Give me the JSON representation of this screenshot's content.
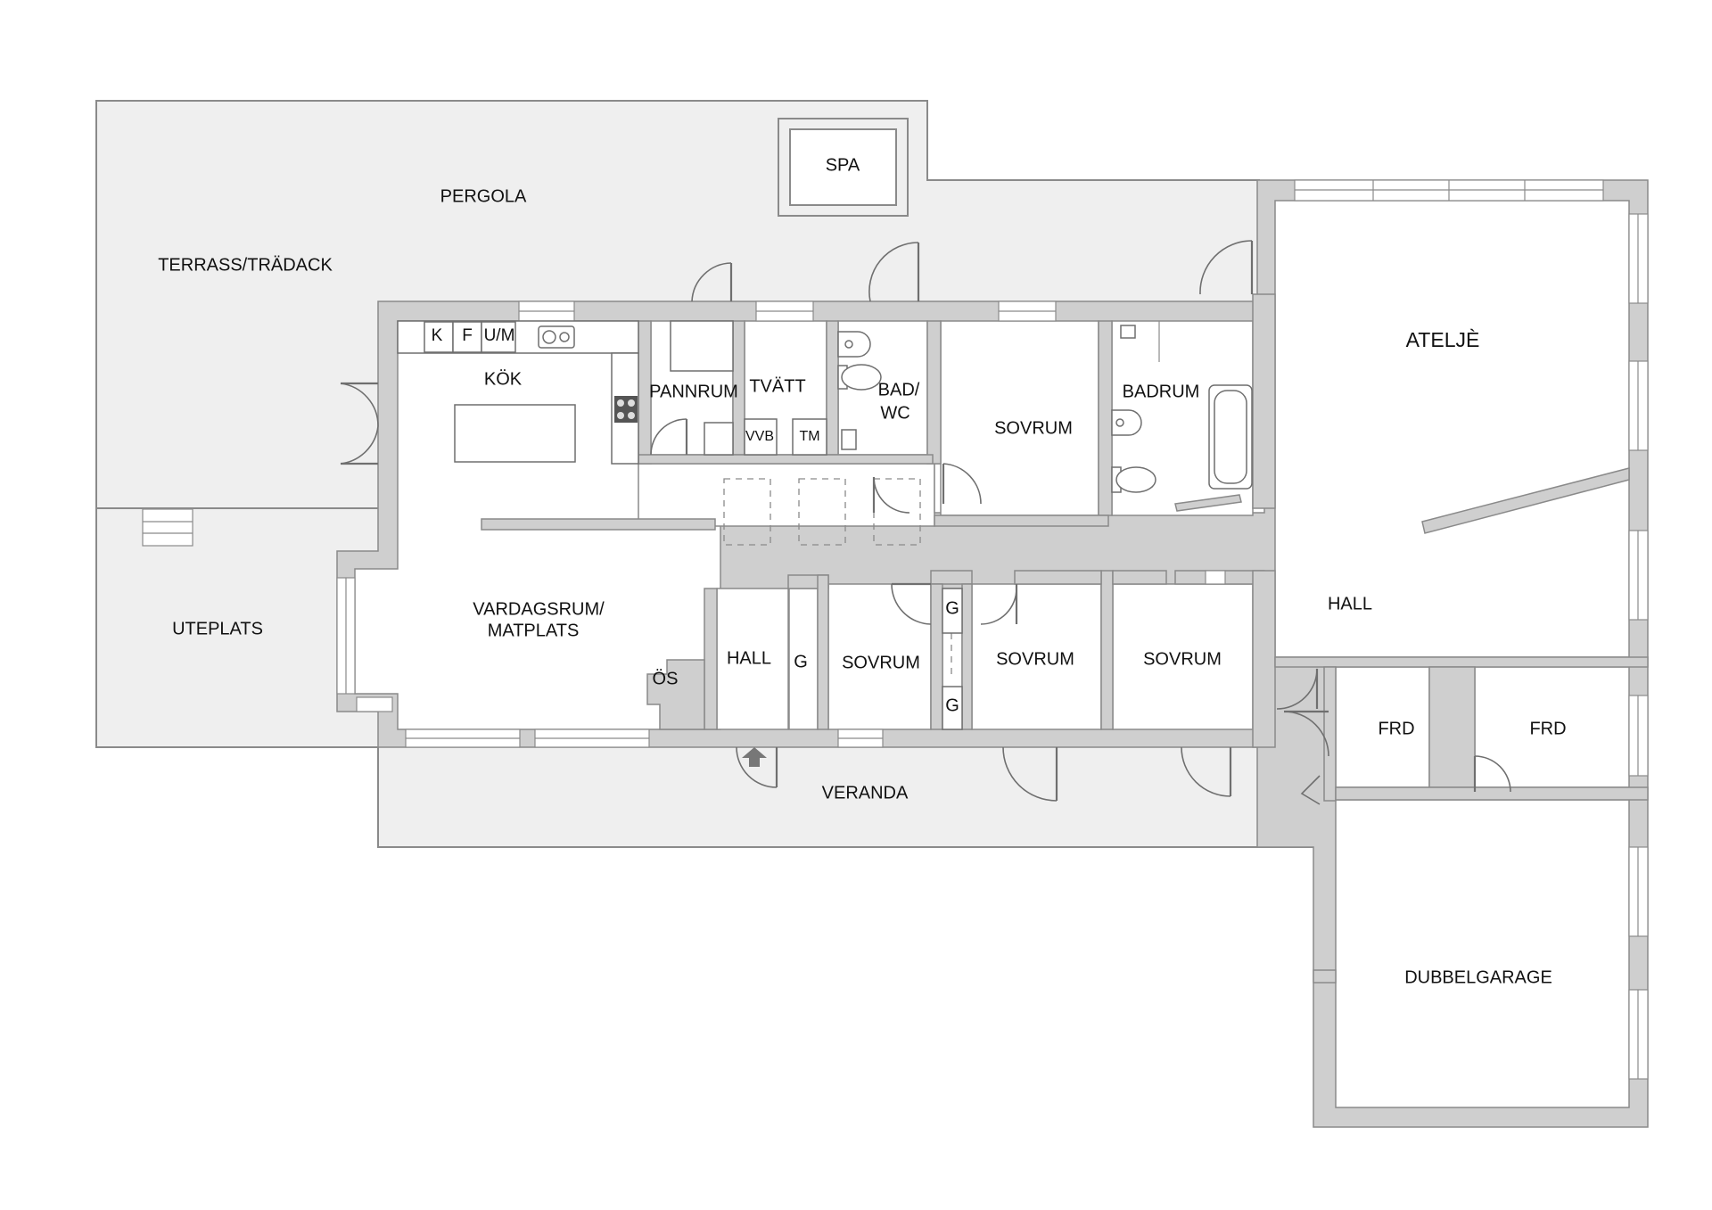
{
  "plan": {
    "outdoor": {
      "pergola": "PERGOLA",
      "terrace": "TERRASS/TRÄDACK",
      "patio": "UTEPLATS",
      "spa": "SPA",
      "veranda": "VERANDA"
    },
    "rooms": {
      "kitchen": "KÖK",
      "fridge": "K",
      "freezer": "F",
      "dishwasher": "U/M",
      "boiler_room": "PANNRUM",
      "laundry": "TVÄTT",
      "water_heater": "VVB",
      "dryer": "TM",
      "bath_wc_line1": "BAD/",
      "bath_wc_line2": "WC",
      "bedroom_north": "SOVRUM",
      "bathroom": "BADRUM",
      "studio": "ATELJÈ",
      "living_line1": "VARDAGSRUM/",
      "living_line2": "MATPLATS",
      "open_fireplace": "ÖS",
      "hall_front": "HALL",
      "wardrobe_hall": "G",
      "bedroom_1": "SOVRUM",
      "wardrobe_1": "G",
      "wardrobe_2": "G",
      "bedroom_2": "SOVRUM",
      "bedroom_3": "SOVRUM",
      "hall_east": "HALL",
      "storage_1": "FRD",
      "storage_2": "FRD",
      "garage": "DUBBELGARAGE"
    }
  },
  "colors": {
    "wall": "#cfcfcf",
    "outdoor": "#efefef",
    "line": "#8a8a8a",
    "room": "#ffffff"
  }
}
